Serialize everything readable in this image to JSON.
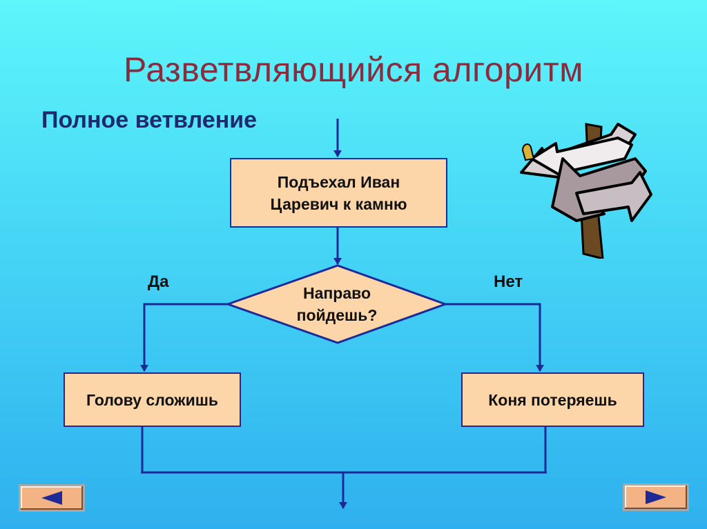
{
  "title": "Разветвляющийся алгоритм",
  "subtitle": "Полное ветвление",
  "flowchart": {
    "start_box": "Подъехал Иван Царевич к камню",
    "decision": "Направо пойдешь?",
    "yes_label": "Да",
    "no_label": "Нет",
    "yes_box": "Голову сложишь",
    "no_box": "Коня потеряешь"
  },
  "colors": {
    "box_fill": "#fcd5a9",
    "line": "#1c2a98",
    "title": "#8c2b3e",
    "subtitle": "#1d2b6e"
  },
  "nav": {
    "prev_icon": "triangle-left-icon",
    "next_icon": "triangle-right-icon"
  }
}
